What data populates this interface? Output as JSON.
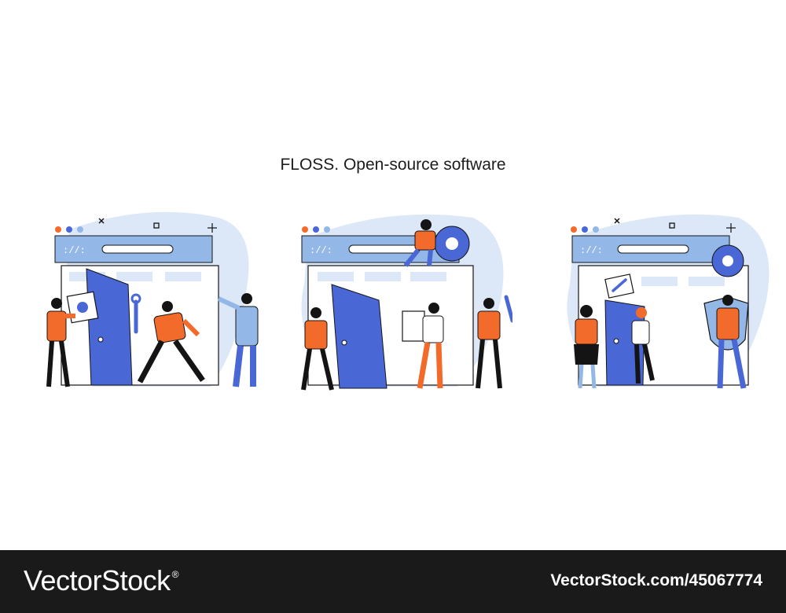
{
  "title": "FLOSS. Open-source software",
  "window_badge": "://:",
  "footer": {
    "brand": "VectorStock",
    "registered_mark": "®",
    "image_id": "VectorStock.com/45067774"
  },
  "colors": {
    "orange": "#f26b2a",
    "blue": "#4a67d6",
    "light_blue": "#93b7e6",
    "pale_blue": "#dce8f7",
    "ink": "#141414",
    "footer_bg": "#1a1a1a"
  },
  "icons": [
    "gear-icon",
    "wrench-icon",
    "shield-icon",
    "close-icon",
    "sparkle-icon"
  ]
}
